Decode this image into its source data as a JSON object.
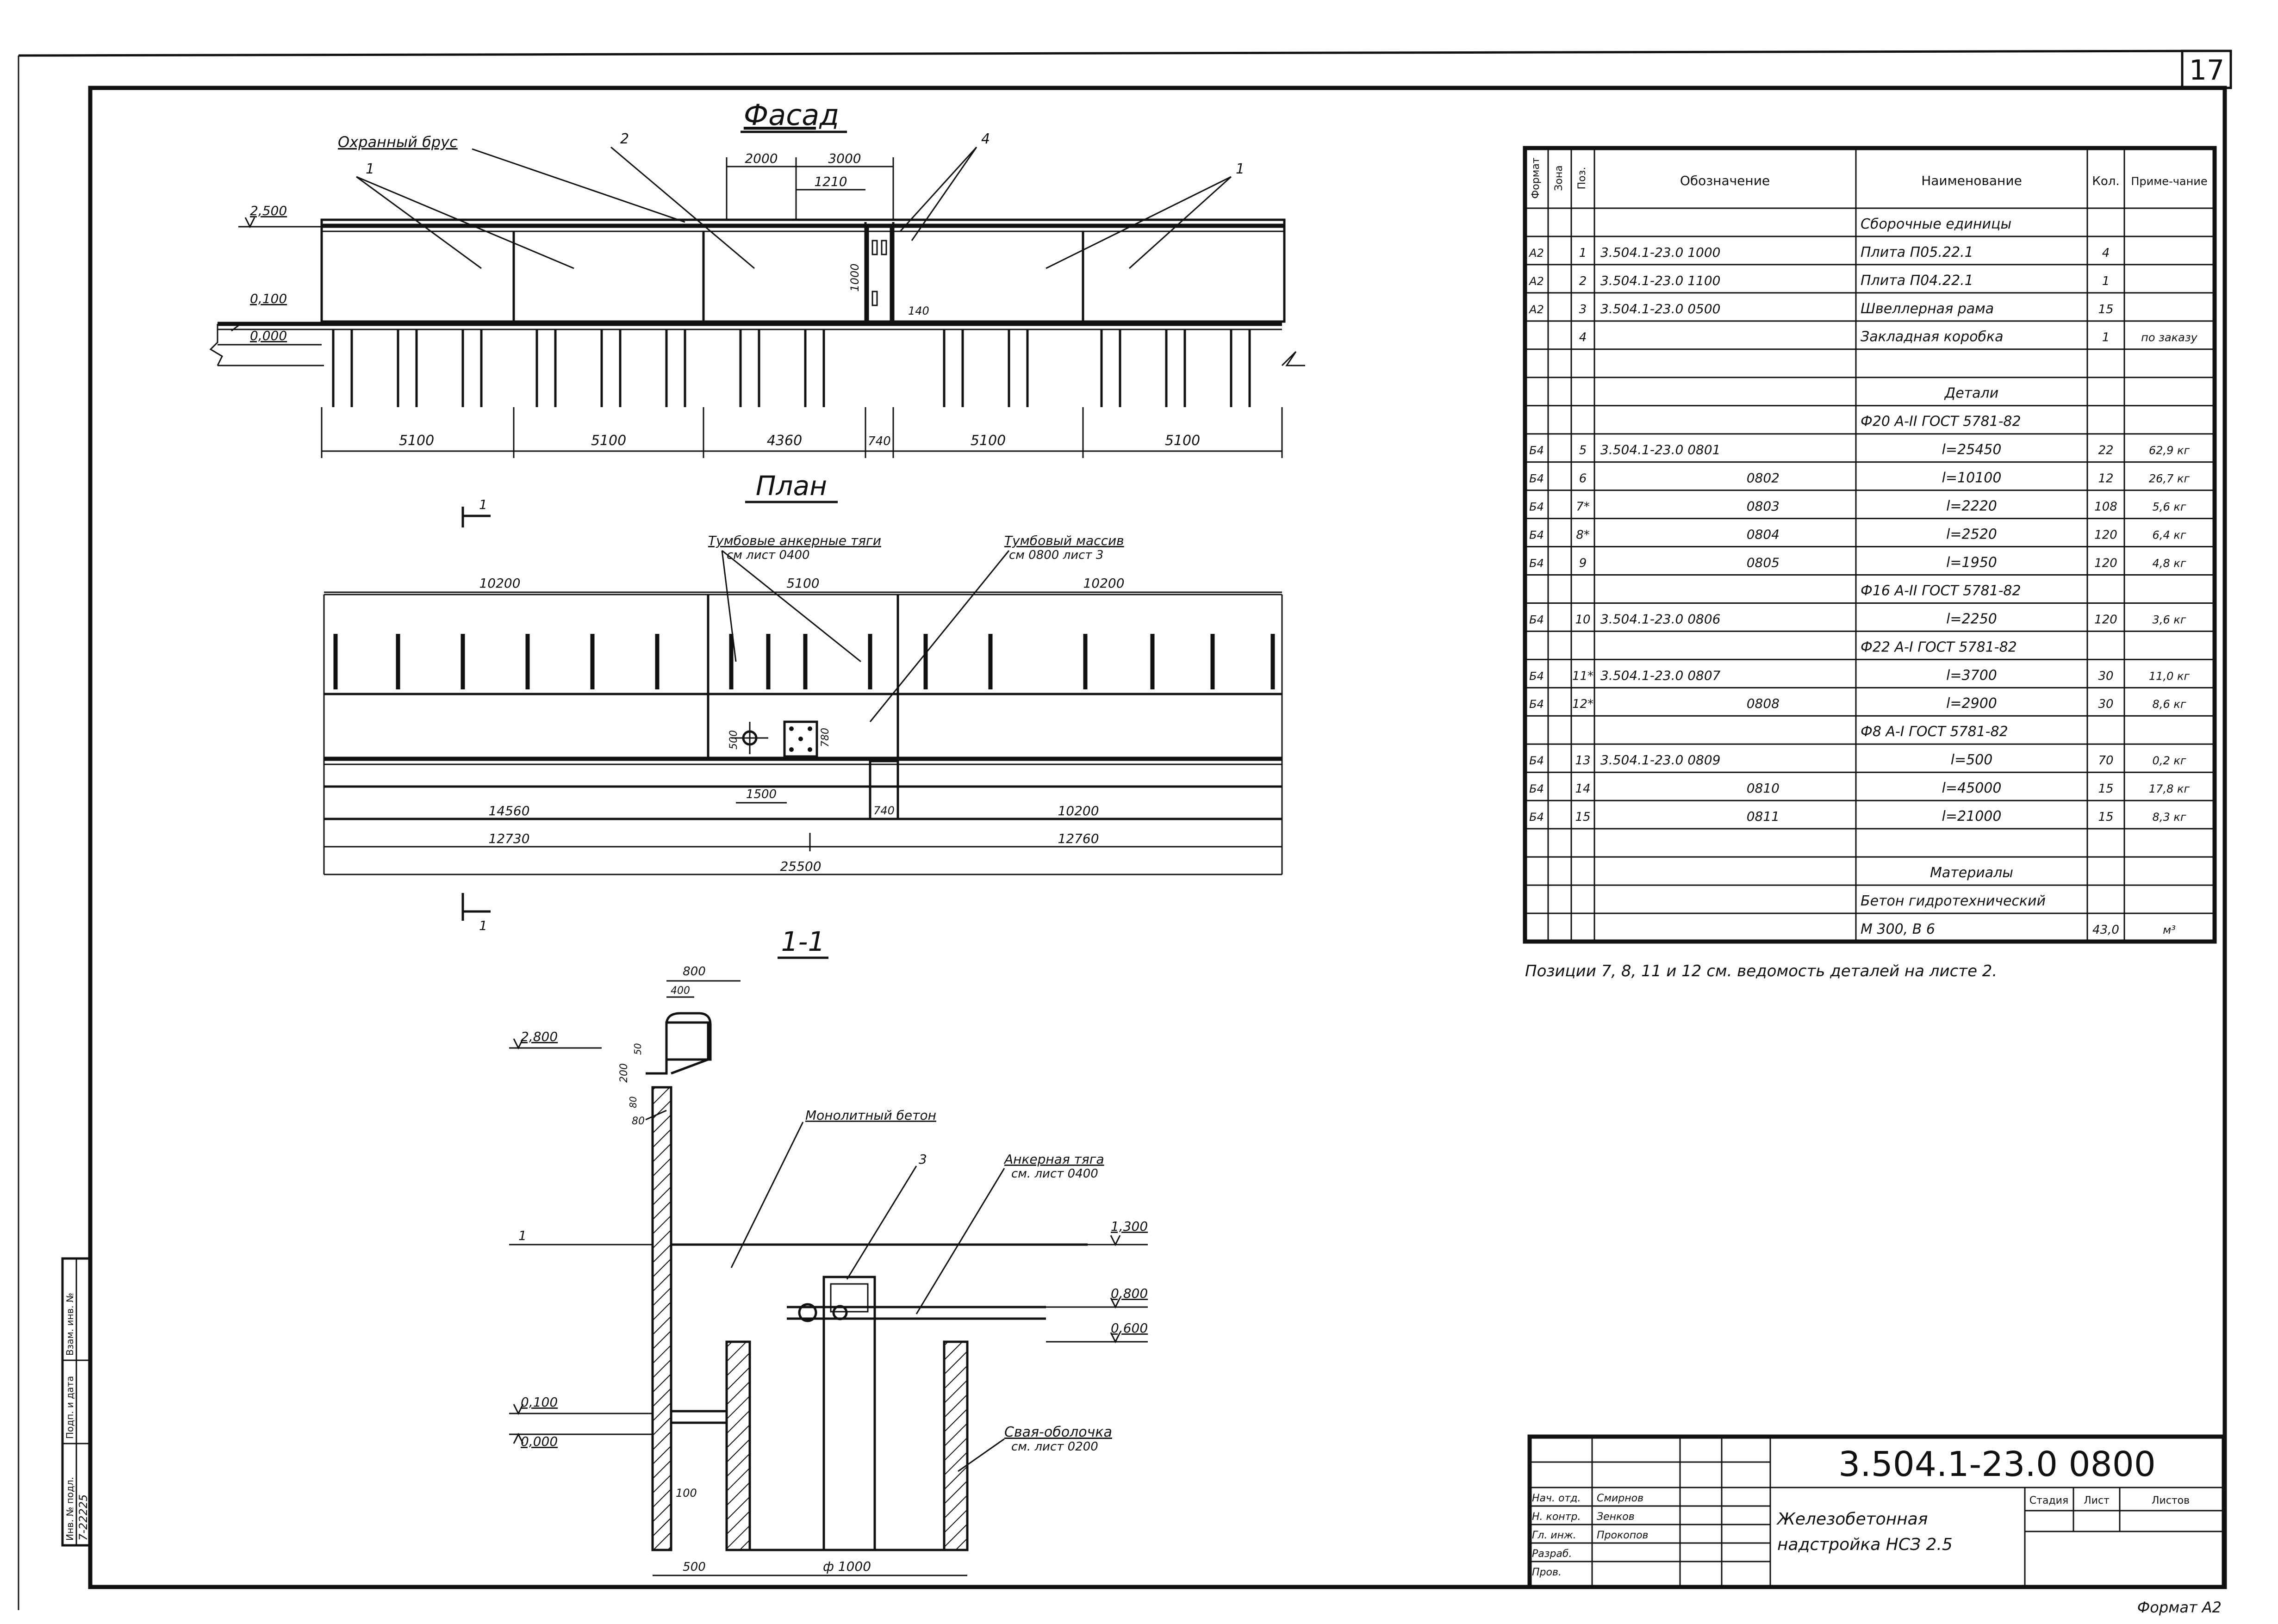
{
  "sheet": {
    "page_number": "17",
    "format": "Формат А2",
    "note": "Позиции 7, 8, 11 и 12 см. ведомость деталей на листе 2."
  },
  "facade": {
    "title": "Фасад",
    "labels": {
      "guard_beam": "Охранный брус",
      "pos1_left": "1",
      "pos1_right": "1",
      "pos2": "2",
      "pos4": "4",
      "top_dim_a": "2000",
      "top_dim_b": "3000",
      "top_dim_c": "1210",
      "side_dim": "1000",
      "side_dim_small": "140",
      "elev_2500": "2,500",
      "elev_0100": "0,100",
      "elev_0000": "0,000",
      "bottom_dims": [
        "5100",
        "5100",
        "4360",
        "740",
        "5100",
        "5100"
      ]
    }
  },
  "plan": {
    "title": "План",
    "section_mark": "1",
    "labels": {
      "anchor_rods": "Тумбовые анкерные тяги",
      "anchor_rods_ref": "см лист 0400",
      "pedestal": "Тумбовый массив",
      "pedestal_ref": "см 0800 лист 3",
      "top_dim_left": "10200",
      "top_dim_mid": "5100",
      "top_dim_right": "10200",
      "dim_500": "500",
      "dim_1500": "1500",
      "dim_780": "780",
      "dim_740": "740",
      "dim_14560": "14560",
      "dim_10200": "10200",
      "dim_12730": "12730",
      "dim_12760": "12760",
      "dim_total": "25500"
    }
  },
  "section": {
    "title": "1-1",
    "labels": {
      "dim_800": "800",
      "dim_400": "400",
      "dim_200": "200",
      "dim_50": "50",
      "dim_80a": "80",
      "dim_80b": "80",
      "elev_2800": "2,800",
      "mono_concrete": "Монолитный бетон",
      "pos3": "3",
      "anchor_rod": "Анкерная тяга",
      "anchor_rod_ref": "см. лист 0400",
      "elev_1300": "1,300",
      "pos1": "1",
      "elev_0800": "0,800",
      "elev_0600": "0,600",
      "elev_0100": "0,100",
      "elev_0000": "0,000",
      "pile": "Свая-оболочка",
      "pile_ref": "см. лист 0200",
      "dim_100": "100",
      "dim_500": "500",
      "dim_d1000": "ф 1000"
    }
  },
  "spec_table": {
    "headers": [
      "Формат",
      "Зона",
      "Поз.",
      "Обозначение",
      "Наименование",
      "Кол.",
      "Приме-чание"
    ],
    "rows": [
      [
        "",
        "",
        "",
        "",
        "Сборочные единицы",
        "",
        ""
      ],
      [
        "А2",
        "",
        "1",
        "3.504.1-23.0 1000",
        "Плита П05.22.1",
        "4",
        ""
      ],
      [
        "А2",
        "",
        "2",
        "3.504.1-23.0 1100",
        "Плита П04.22.1",
        "1",
        ""
      ],
      [
        "А2",
        "",
        "3",
        "3.504.1-23.0 0500",
        "Швеллерная рама",
        "15",
        ""
      ],
      [
        "",
        "",
        "4",
        "",
        "Закладная коробка",
        "1",
        "по заказу"
      ],
      [
        "",
        "",
        "",
        "",
        "",
        "",
        ""
      ],
      [
        "",
        "",
        "",
        "",
        "Детали",
        "",
        ""
      ],
      [
        "",
        "",
        "",
        "",
        "Ф20 А-II ГОСТ 5781-82",
        "",
        ""
      ],
      [
        "Б4",
        "",
        "5",
        "3.504.1-23.0 0801",
        "l=25450",
        "22",
        "62,9 кг"
      ],
      [
        "Б4",
        "",
        "6",
        "0802",
        "l=10100",
        "12",
        "26,7 кг"
      ],
      [
        "Б4",
        "",
        "7*",
        "0803",
        "l=2220",
        "108",
        "5,6 кг"
      ],
      [
        "Б4",
        "",
        "8*",
        "0804",
        "l=2520",
        "120",
        "6,4 кг"
      ],
      [
        "Б4",
        "",
        "9",
        "0805",
        "l=1950",
        "120",
        "4,8 кг"
      ],
      [
        "",
        "",
        "",
        "",
        "Ф16 А-II ГОСТ 5781-82",
        "",
        ""
      ],
      [
        "Б4",
        "",
        "10",
        "3.504.1-23.0 0806",
        "l=2250",
        "120",
        "3,6 кг"
      ],
      [
        "",
        "",
        "",
        "",
        "Ф22 А-I ГОСТ 5781-82",
        "",
        ""
      ],
      [
        "Б4",
        "",
        "11*",
        "3.504.1-23.0 0807",
        "l=3700",
        "30",
        "11,0 кг"
      ],
      [
        "Б4",
        "",
        "12*",
        "0808",
        "l=2900",
        "30",
        "8,6 кг"
      ],
      [
        "",
        "",
        "",
        "",
        "Ф8 А-I ГОСТ 5781-82",
        "",
        ""
      ],
      [
        "Б4",
        "",
        "13",
        "3.504.1-23.0 0809",
        "l=500",
        "70",
        "0,2 кг"
      ],
      [
        "Б4",
        "",
        "14",
        "0810",
        "l=45000",
        "15",
        "17,8 кг"
      ],
      [
        "Б4",
        "",
        "15",
        "0811",
        "l=21000",
        "15",
        "8,3 кг"
      ],
      [
        "",
        "",
        "",
        "",
        "",
        "",
        ""
      ],
      [
        "",
        "",
        "",
        "",
        "Материалы",
        "",
        ""
      ],
      [
        "",
        "",
        "",
        "",
        "Бетон гидротехнический",
        "",
        ""
      ],
      [
        "",
        "",
        "",
        "",
        "М 300, В 6",
        "43,0",
        "м³"
      ]
    ]
  },
  "title_block": {
    "code": "3.504.1-23.0 0800",
    "name_line1": "Железобетонная",
    "name_line2": "надстройка НСЗ 2.5",
    "roles": [
      "Нач. отд.",
      "Н. контр.",
      "Гл. инж.",
      "Разраб.",
      "Пров."
    ],
    "people": [
      "Смирнов",
      "Зенков",
      "Прокопов",
      "",
      ""
    ],
    "stage_headers": [
      "Стадия",
      "Лист",
      "Листов"
    ]
  },
  "left_stamp": {
    "cells": [
      "Инв. № подл.",
      "Подп. и дата",
      "Взам. инв. №"
    ],
    "inv_number": "7-22225"
  }
}
